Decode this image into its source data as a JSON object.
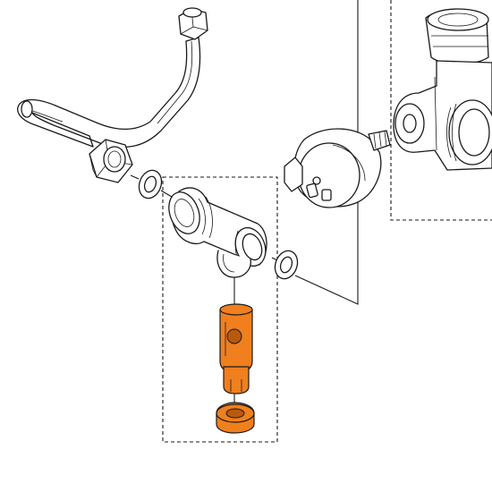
{
  "colors": {
    "highlight": "#f07f1e",
    "highlight_dark": "#b85a0c",
    "ink": "#1a1a1a",
    "background": "#ffffff"
  },
  "parts": [
    {
      "name": "bent-pipe",
      "highlighted": false
    },
    {
      "name": "hex-nut",
      "highlighted": false
    },
    {
      "name": "sealing-washer-left",
      "highlighted": false
    },
    {
      "name": "pipe-fitting",
      "highlighted": false
    },
    {
      "name": "sealing-washer-right",
      "highlighted": false
    },
    {
      "name": "solenoid-valve",
      "highlighted": false
    },
    {
      "name": "valve-block",
      "highlighted": false
    },
    {
      "name": "filter-insert",
      "highlighted": true
    },
    {
      "name": "filter-plug",
      "highlighted": true
    }
  ]
}
